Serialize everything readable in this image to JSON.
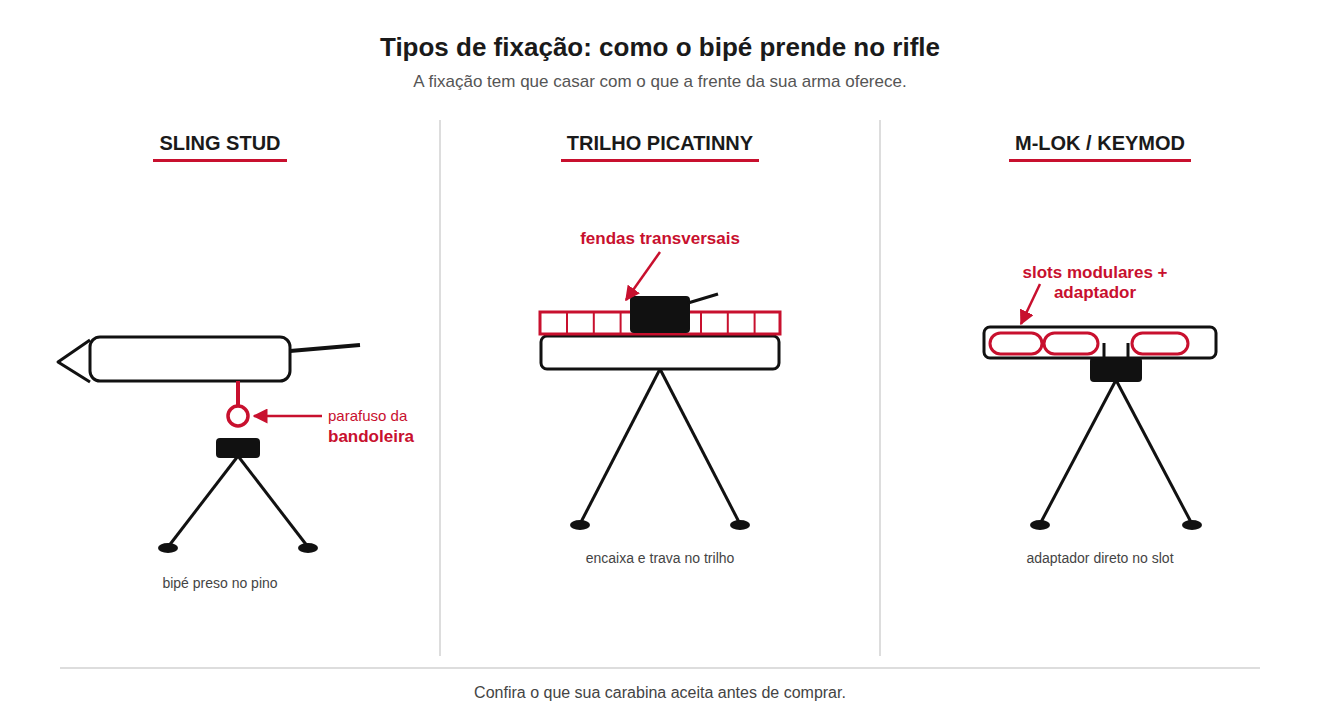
{
  "diagram": {
    "title": "Tipos de fixação: como o bipé prende no rifle",
    "caption": "Confira o que sua carabina aceita antes de comprar.",
    "labels": [
      "A fixação tem que casar com o que a frente da sua arma oferece.",
      "SLING STUD",
      "parafuso da",
      "bandoleira",
      "bipé preso no pino",
      "TRILHO PICATINNY",
      "fendas transversais",
      "encaixa e trava no trilho",
      "M-LOK / KEYMOD",
      "slots modulares + adaptador",
      "adaptador direto no slot"
    ]
  }
}
